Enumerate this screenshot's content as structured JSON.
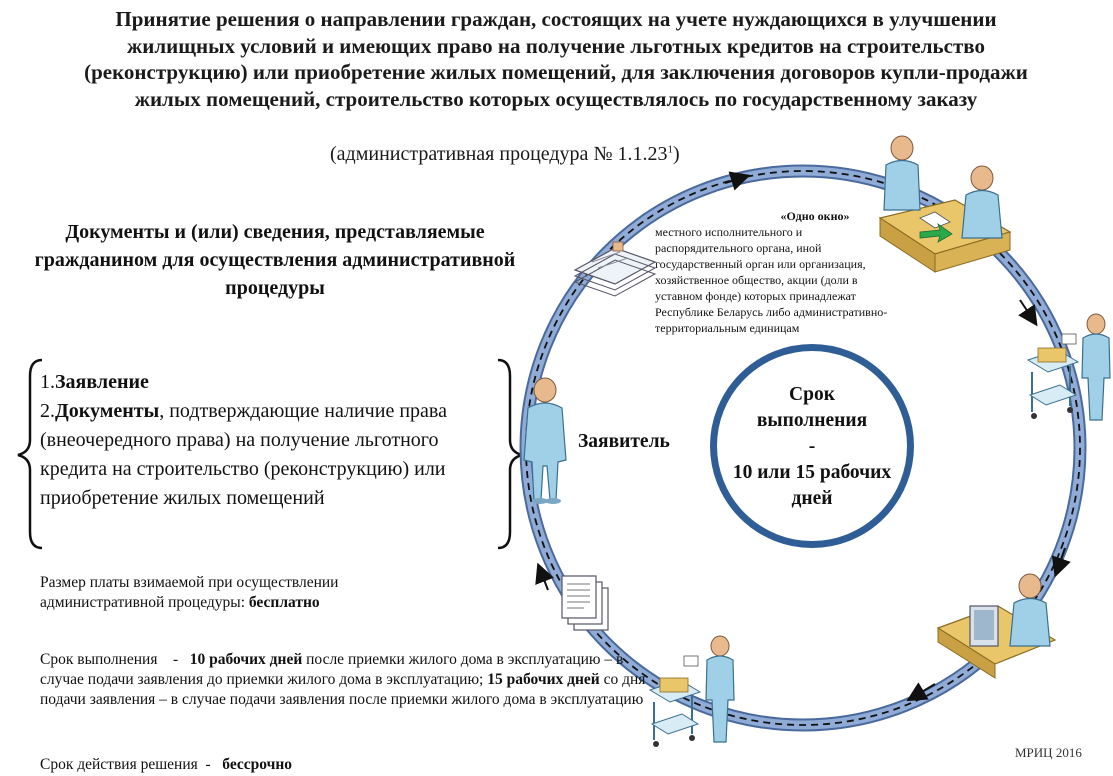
{
  "title_lines": [
    "Принятие решения о направлении граждан, состоящих на учете нуждающихся в улучшении",
    "жилищных условий и имеющих право на получение льготных кредитов на строительство",
    "(реконструкцию) или приобретение жилых помещений, для заключения договоров купли-продажи",
    "жилых помещений, строительство которых осуществлялось по государственному заказу"
  ],
  "procedure": {
    "label": "(административная  процедура № 1.1.23",
    "superscript": "1",
    "close": ")"
  },
  "documents_heading": "Документы и (или) сведения, представляемые гражданином для осуществления административной процедуры",
  "documents": [
    {
      "number": "1.",
      "bold": "Заявление",
      "rest": ""
    },
    {
      "number": "2.",
      "bold": "Документы",
      "rest": ", подтверждающие наличие права (внеочередного права) на получение льготного кредита на строительство (реконструкцию) или приобретение жилых помещений"
    }
  ],
  "fee": {
    "label": "Размер платы взимаемой при осуществлении административной процедуры: ",
    "value": "бесплатно"
  },
  "duration": {
    "label": "Срок выполнения    -   ",
    "value1": "10 рабочих дней",
    "text1": " после приемки жилого дома в эксплуатацию – в случае подачи заявления до приемки жилого дома в эксплуатацию; ",
    "value2": "15 рабочих дней",
    "text2": " со дня подачи заявления – в случае подачи заявления после приемки жилого дома в эксплуатацию"
  },
  "validity": {
    "label": "Срок действия решения  -   ",
    "value": "бессрочно"
  },
  "applicant_label": "Заявитель",
  "one_window": {
    "title": "«Одно окно»",
    "lines": [
      "местного исполнительного и",
      "распорядительного органа, иной",
      "государственный орган или организация,",
      "хозяйственное общество, акции (доли в",
      "уставном фонде) которых принадлежат",
      "Республике Беларусь либо административно-",
      "территориальным единицам"
    ]
  },
  "center": {
    "line1": "Срок",
    "line2": "выполнения",
    "line3": "-",
    "line4": "10 или 15 рабочих",
    "line5": "дней"
  },
  "credit": "МРИЦ 2016",
  "colors": {
    "ring": "#7b98c6",
    "ring_dark": "#4a6a9e",
    "center_border": "#2f5d96",
    "figure": "#9fd0e8",
    "desk": "#e9c66a"
  }
}
